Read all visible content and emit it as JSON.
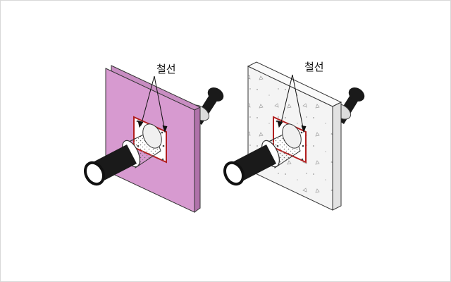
{
  "figure": {
    "left_panel": {
      "material": "gypsum-board-wall",
      "label": "철선"
    },
    "right_panel": {
      "material": "concrete-wall",
      "label": "철선"
    },
    "colors": {
      "board_face": "#d79ad0",
      "board_edge": "#c27cbc",
      "pipe": "#1a1a1a",
      "steel_frame": "#b21e1e",
      "concrete": "#f4f4f4"
    }
  }
}
